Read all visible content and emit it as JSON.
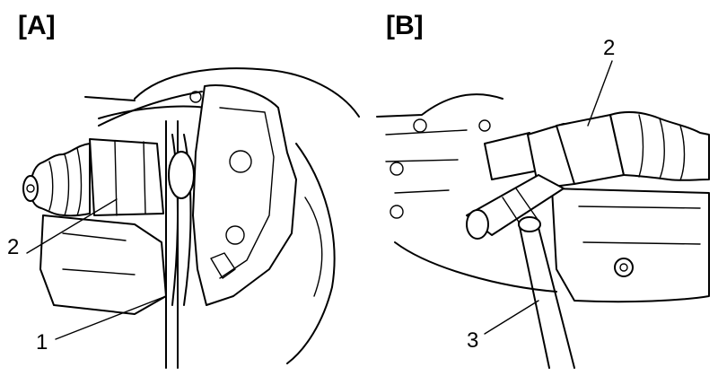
{
  "panels": {
    "a": {
      "label": "[A]"
    },
    "b": {
      "label": "[B]"
    }
  },
  "callouts": {
    "a_2": "2",
    "a_1": "1",
    "b_2": "2",
    "b_3": "3"
  }
}
